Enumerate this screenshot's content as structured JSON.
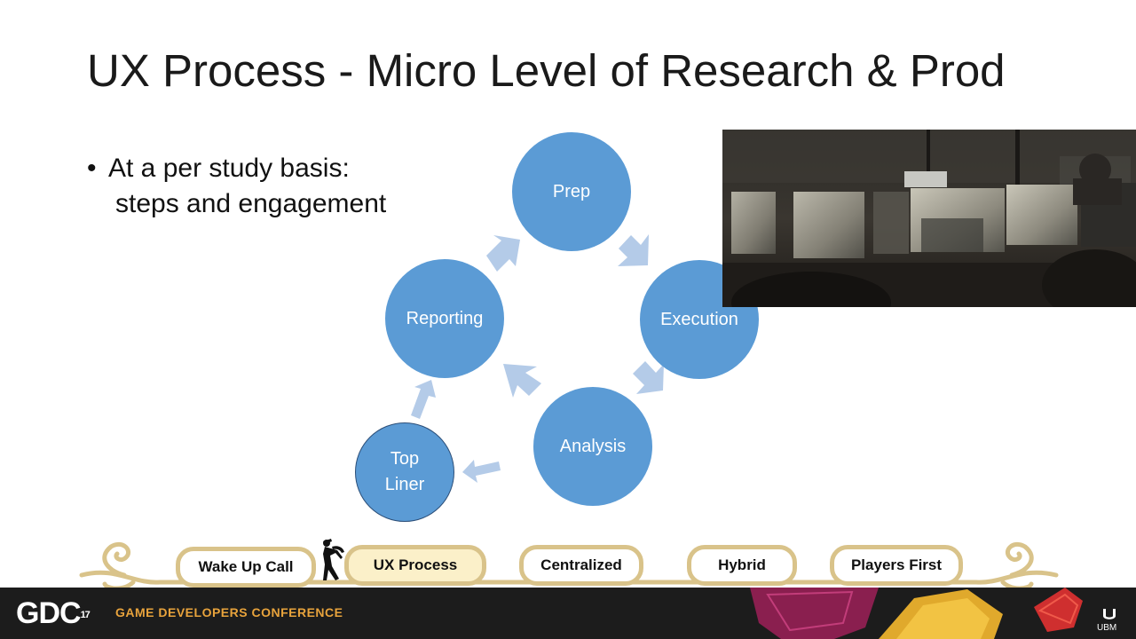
{
  "slide": {
    "title": "UX Process - Micro Level of Research & Prod",
    "bullet_line1": "At a per study basis:",
    "bullet_line2": "steps and engagement"
  },
  "cycle": {
    "prep": "Prep",
    "execution": "Execution",
    "analysis": "Analysis",
    "reporting": "Reporting",
    "top_liner_line1": "Top",
    "top_liner_line2": "Liner"
  },
  "nav": {
    "items": [
      "Wake Up Call",
      "UX Process",
      "Centralized",
      "Hybrid",
      "Players First"
    ],
    "active_index": 1
  },
  "footer": {
    "logo_text": "GDC",
    "logo_superscript": "17",
    "conference_name": "GAME DEVELOPERS CONFERENCE",
    "sponsor": "UBM"
  },
  "colors": {
    "circle_fill": "#5b9bd5",
    "arrow_fill": "#b4cbe8",
    "pill_border": "#d9c38a",
    "active_pill": "#fbf0c9",
    "footer_bg": "#1c1c1c",
    "footer_text": "#e8a33c"
  }
}
